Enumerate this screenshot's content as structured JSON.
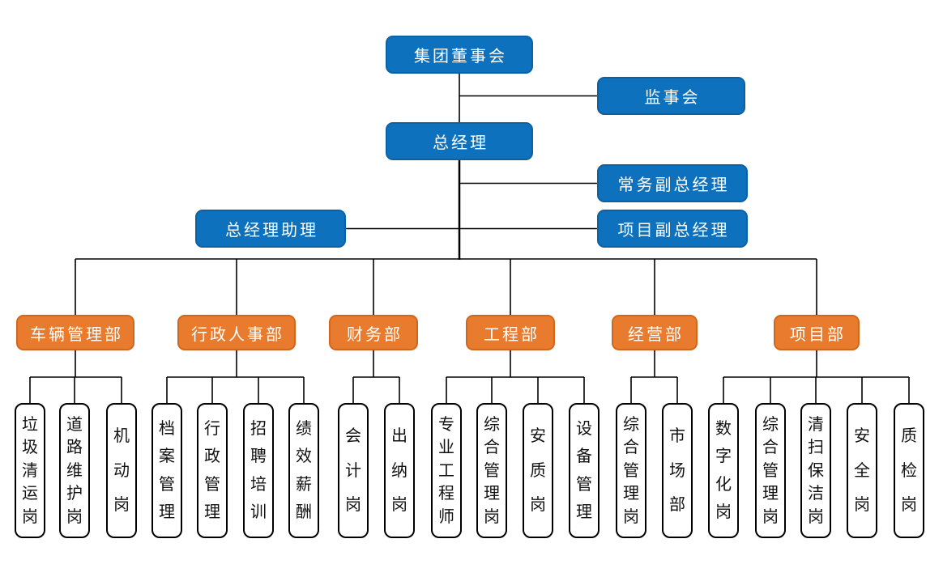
{
  "chart": {
    "nodes": {
      "board": "集团董事会",
      "supervisory_board": "监事会",
      "general_manager": "总经理",
      "executive_deputy_gm": "常务副总经理",
      "gm_assistant": "总经理助理",
      "project_deputy_gm": "项目副总经理"
    },
    "departments": [
      {
        "label": "车辆管理部",
        "positions": [
          "垃圾清运岗",
          "道路维护岗",
          "机动岗"
        ]
      },
      {
        "label": "行政人事部",
        "positions": [
          "档案管理",
          "行政管理",
          "招聘培训",
          "绩效薪酬"
        ]
      },
      {
        "label": "财务部",
        "positions": [
          "会计岗",
          "出纳岗"
        ]
      },
      {
        "label": "工程部",
        "positions": [
          "专业工程师",
          "综合管理岗",
          "安质岗",
          "设备管理"
        ]
      },
      {
        "label": "经营部",
        "positions": [
          "综合管理岗",
          "市场部"
        ]
      },
      {
        "label": "项目部",
        "positions": [
          "数字化岗",
          "综合管理岗",
          "清扫保洁岗",
          "安全岗",
          "质检岗"
        ]
      }
    ],
    "colors": {
      "executive_fill": "#0e71bd",
      "executive_border": "#0b61a4",
      "department_fill": "#e87b2e",
      "department_border": "#d1661f",
      "position_border": "#000000",
      "connector": "#000000"
    }
  }
}
